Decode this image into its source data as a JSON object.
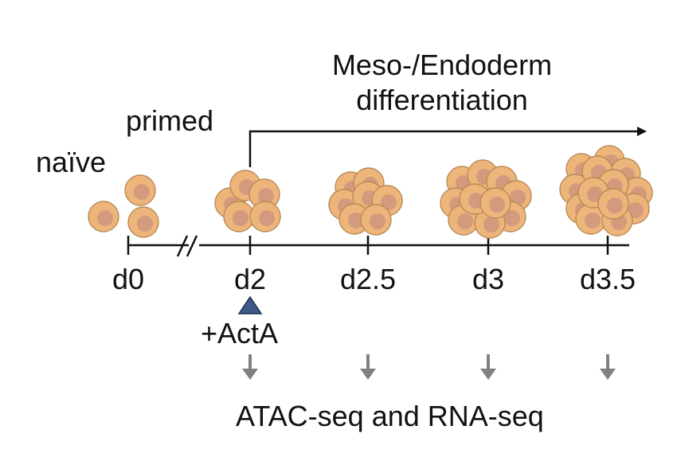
{
  "title_line1": "Meso-/Endoderm",
  "title_line2": "differentiation",
  "stages": {
    "naive": "naïve",
    "primed": "primed"
  },
  "timepoints": [
    "d0",
    "d2",
    "d2.5",
    "d3",
    "d3.5"
  ],
  "treatment": "+ActA",
  "readout": "ATAC-seq and RNA-seq",
  "colors": {
    "cell": "#eeb57b",
    "cell_outline": "#b88a56",
    "nucleus": "#d49a7e",
    "treatment_marker": "#3d5a8a",
    "readout_arrow": "#808080",
    "line": "#111111"
  }
}
